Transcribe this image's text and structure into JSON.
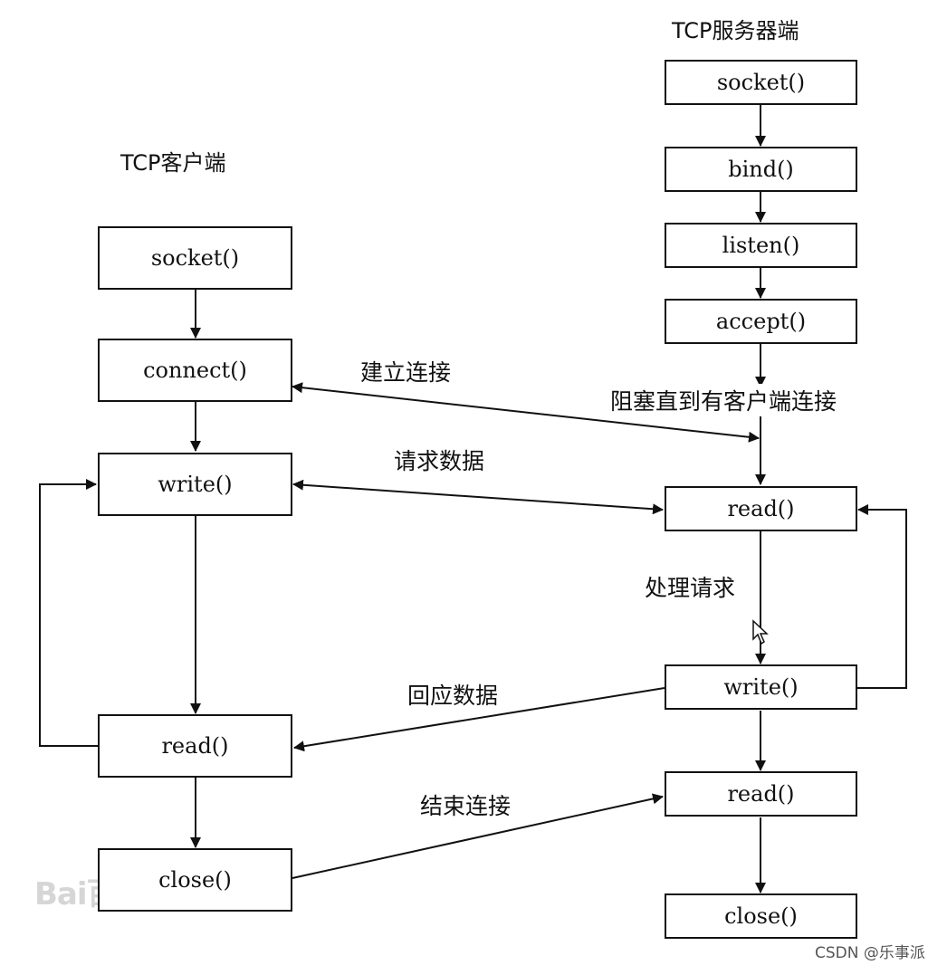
{
  "client": {
    "title": "TCP客户端",
    "steps": {
      "socket": "socket()",
      "connect": "connect()",
      "write": "write()",
      "read": "read()",
      "close": "close()"
    }
  },
  "server": {
    "title": "TCP服务器端",
    "steps": {
      "socket": "socket()",
      "bind": "bind()",
      "listen": "listen()",
      "accept": "accept()",
      "read": "read()",
      "write": "write()",
      "read2": "read()",
      "close": "close()"
    }
  },
  "labels": {
    "establish": "建立连接",
    "block": "阻塞直到有客户端连接",
    "request": "请求数据",
    "process": "处理请求",
    "response": "回应数据",
    "finish": "结束连接"
  },
  "watermark": "Bai百度",
  "credit": "CSDN @乐事派"
}
